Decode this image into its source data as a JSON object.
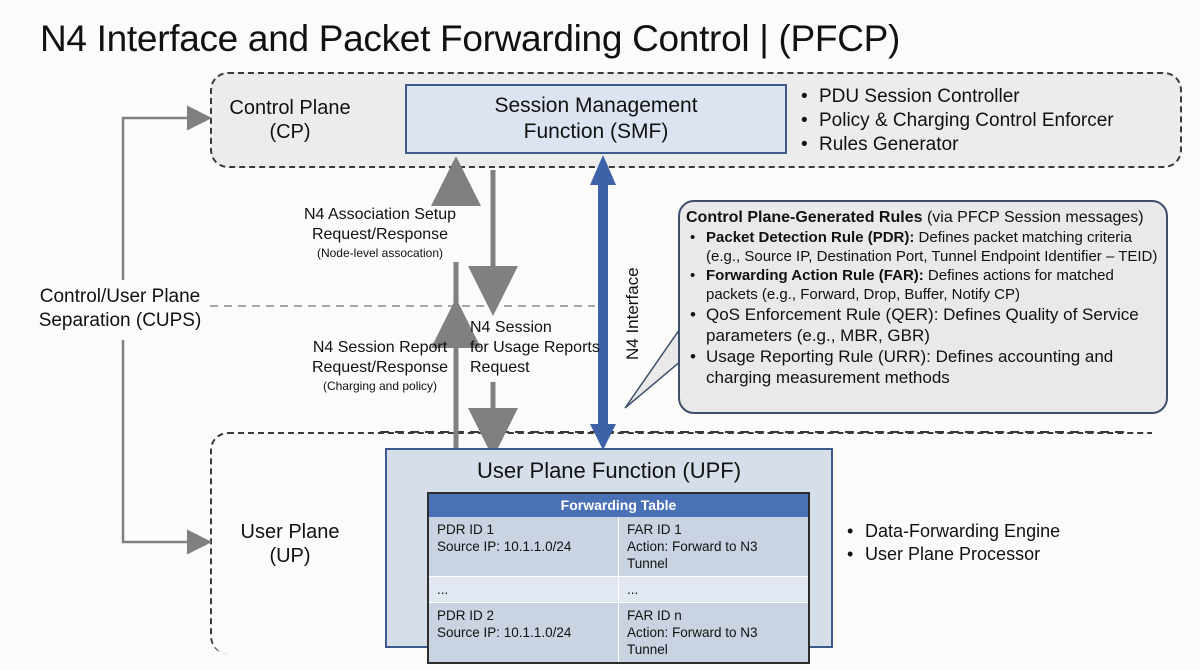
{
  "title": "N4 Interface and Packet Forwarding Control | (PFCP)",
  "control_plane": {
    "label_line1": "Control Plane",
    "label_line2": "(CP)",
    "smf": {
      "line1": "Session Management",
      "line2": "Function (SMF)"
    },
    "bullets": [
      "PDU Session Controller",
      "Policy & Charging Control Enforcer",
      "Rules Generator"
    ]
  },
  "user_plane": {
    "label_line1": "User Plane",
    "label_line2": "(UP)",
    "upf_title": "User Plane Function (UPF)",
    "bullets": [
      "Data-Forwarding Engine",
      "User Plane Processor"
    ],
    "forwarding_table": {
      "header": "Forwarding Table",
      "rows": [
        {
          "pdr_id": "PDR ID 1",
          "pdr_src": "Source IP: 10.1.1.0/24",
          "far_id": "FAR ID 1",
          "far_action": "Action: Forward to N3 Tunnel"
        },
        {
          "pdr_id": "...",
          "pdr_src": "",
          "far_id": "...",
          "far_action": ""
        },
        {
          "pdr_id": "PDR ID 2",
          "pdr_src": "Source IP: 10.1.1.0/24",
          "far_id": "FAR ID n",
          "far_action": "Action: Forward to N3 Tunnel"
        }
      ]
    }
  },
  "cups": {
    "line1": "Control/User Plane",
    "line2": "Separation (CUPS)"
  },
  "arrows": {
    "association": {
      "line1": "N4 Association Setup",
      "line2": "Request/Response",
      "sub": "(Node-level assocation)"
    },
    "session_report": {
      "line1": "N4 Session Report",
      "line2": "Request/Response",
      "sub": "(Charging and policy)"
    },
    "usage": {
      "line1": "N4 Session",
      "line2": "for Usage Reports",
      "line3": "Request"
    },
    "n4": "N4 Interface"
  },
  "rules": {
    "heading_bold": "Control Plane-Generated Rules",
    "heading_rest": " (via PFCP Session messages)",
    "items": [
      {
        "bold": "Packet Detection Rule (PDR):",
        "text": " Defines packet matching criteria (e.g., Source IP, Destination Port, Tunnel Endpoint Identifier – TEID)"
      },
      {
        "bold": "Forwarding Action Rule (FAR):",
        "text": " Defines actions for matched packets (e.g., Forward, Drop, Buffer, Notify CP)"
      },
      {
        "bold": "",
        "text": "QoS Enforcement Rule (QER): Defines Quality of Service parameters (e.g., MBR, GBR)"
      },
      {
        "bold": "",
        "text": "Usage Reporting Rule (URR): Defines accounting and charging measurement methods"
      }
    ]
  },
  "colors": {
    "accent_blue": "#3d62a8",
    "box_fill": "#dce4f1",
    "table_header": "#4a70b5",
    "arrow_gray": "#808080"
  }
}
